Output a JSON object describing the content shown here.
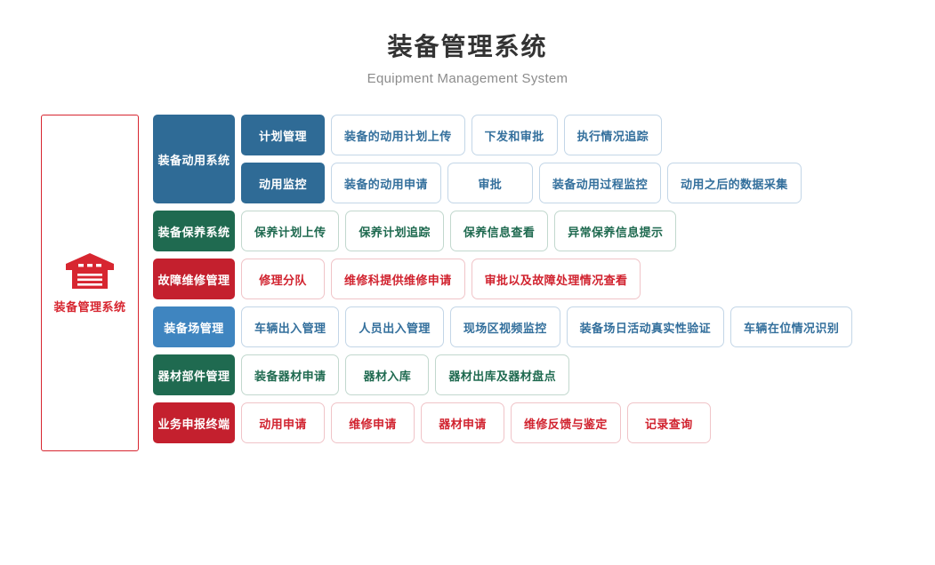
{
  "header": {
    "title_cn": "装备管理系统",
    "title_en": "Equipment Management System"
  },
  "left_panel": {
    "icon": "warehouse-icon",
    "label": "装备管理系统",
    "border_color": "#d72630"
  },
  "colors": {
    "blue_dark": "#2f6b96",
    "blue_mid": "#3f85c0",
    "green": "#1f6a50",
    "red": "#c4202e",
    "chip_blue_border": "#c3d6e7",
    "chip_green_border": "#c2d8ce",
    "chip_red_border": "#f0c4c8",
    "title_color": "#333333",
    "subtitle_color": "#8c8c8c"
  },
  "rows": [
    {
      "category": "装备动用系统",
      "theme": "blue_dark",
      "subgroups": [
        {
          "sub_label": "计划管理",
          "items": [
            "装备的动用计划上传",
            "下发和审批",
            "执行情况追踪"
          ]
        },
        {
          "sub_label": "动用监控",
          "items": [
            "装备的动用申请",
            "审批",
            "装备动用过程监控",
            "动用之后的数据采集"
          ]
        }
      ]
    },
    {
      "category": "装备保养系统",
      "theme": "green",
      "items": [
        "保养计划上传",
        "保养计划追踪",
        "保养信息查看",
        "异常保养信息提示"
      ]
    },
    {
      "category": "故障维修管理",
      "theme": "red",
      "items": [
        "修理分队",
        "维修科提供维修申请",
        "审批以及故障处理情况查看"
      ]
    },
    {
      "category": "装备场管理",
      "theme": "blue_mid",
      "items": [
        "车辆出入管理",
        "人员出入管理",
        "现场区视频监控",
        "装备场日活动真实性验证",
        "车辆在位情况识别"
      ]
    },
    {
      "category": "器材部件管理",
      "theme": "green",
      "items": [
        "装备器材申请",
        "器材入库",
        "器材出库及器材盘点"
      ]
    },
    {
      "category": "业务申报终端",
      "theme": "red",
      "items": [
        "动用申请",
        "维修申请",
        "器材申请",
        "维修反馈与鉴定",
        "记录查询"
      ]
    }
  ]
}
